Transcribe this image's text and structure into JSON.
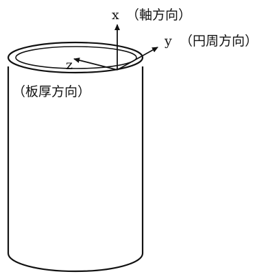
{
  "axes": {
    "x": {
      "symbol": "x",
      "description": "（軸方向）"
    },
    "y": {
      "symbol": "y",
      "description": "（円周方向）"
    },
    "z": {
      "symbol": "z",
      "description": "（板厚方向）"
    }
  },
  "colors": {
    "line": "#111111",
    "background": "#ffffff"
  }
}
